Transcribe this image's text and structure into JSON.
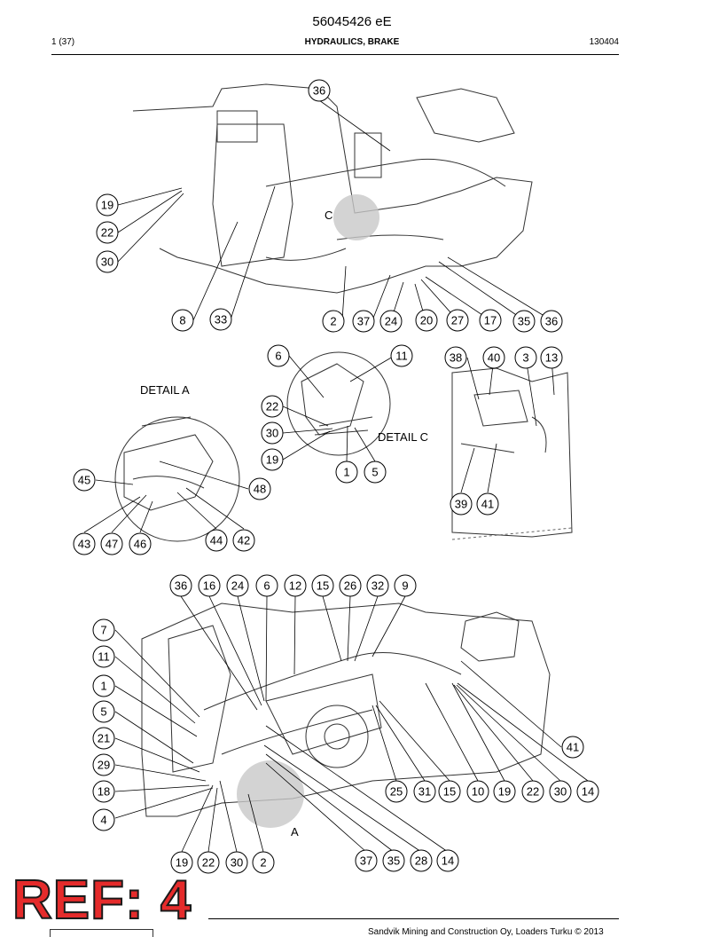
{
  "header": {
    "doc_number": "56045426 eE",
    "page": "1 (37)",
    "section": "HYDRAULICS, BRAKE",
    "date_code": "130404"
  },
  "detail_labels": {
    "c_marker": "C",
    "detail_a": "DETAIL A",
    "detail_c": "DETAIL C",
    "a_marker": "A"
  },
  "bubbles": {
    "top": [
      "36",
      "19",
      "22",
      "30",
      "8",
      "33",
      "2",
      "37",
      "24",
      "20",
      "27",
      "17",
      "35",
      "36"
    ],
    "detail_c": [
      "6",
      "11",
      "22",
      "30",
      "19",
      "1",
      "5"
    ],
    "right_view": [
      "38",
      "40",
      "3",
      "13",
      "39",
      "41"
    ],
    "detail_a": [
      "45",
      "48",
      "43",
      "47",
      "46",
      "44",
      "42"
    ],
    "bottom_top_row": [
      "36",
      "16",
      "24",
      "6",
      "12",
      "15",
      "26",
      "32",
      "9"
    ],
    "bottom_left_col": [
      "7",
      "11",
      "1",
      "5",
      "21",
      "29",
      "18",
      "4"
    ],
    "bottom_right": [
      "41",
      "25",
      "31",
      "15",
      "10",
      "19",
      "22",
      "30",
      "14"
    ],
    "bottom_bottom_row": [
      "19",
      "22",
      "30",
      "2",
      "37",
      "35",
      "28",
      "14"
    ]
  },
  "stamp": "REF: 4",
  "footer": "Sandvik Mining and Construction Oy, Loaders Turku © 2013"
}
